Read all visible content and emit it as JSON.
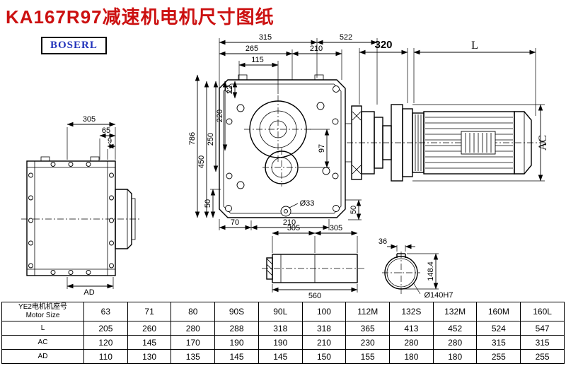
{
  "title": "KA167R97减速机电机尺寸图纸",
  "logo": "BOSERL",
  "dims": {
    "side_305": "305",
    "side_65": "65",
    "side_9": "9",
    "side_AD": "AD",
    "front_315": "315",
    "front_522": "522",
    "front_265": "265",
    "front_210_top": "210",
    "front_115": "115",
    "front_22": "22",
    "front_220": "220",
    "front_250": "250",
    "front_450": "450",
    "front_786": "786",
    "front_97": "97",
    "front_50_left": "50",
    "front_70": "70",
    "front_210_bottom": "210",
    "front_dia33": "Ø33",
    "front_50_right": "50",
    "motor_320": "320",
    "motor_L": "L",
    "motor_AC": "AC",
    "shaft_305_left": "305",
    "shaft_305_right": "305",
    "shaft_560": "560",
    "key_36": "36",
    "key_148_4": "148.4",
    "shaft_dia": "Ø140H7"
  },
  "table": {
    "col0_line1": "YE2电机机座号",
    "col0_line2": "Motor Size",
    "sizes": [
      "63",
      "71",
      "80",
      "90S",
      "90L",
      "100",
      "112M",
      "132S",
      "132M",
      "160M",
      "160L"
    ],
    "rows": [
      {
        "label": "L",
        "values": [
          "205",
          "260",
          "280",
          "288",
          "318",
          "318",
          "365",
          "413",
          "452",
          "524",
          "547"
        ]
      },
      {
        "label": "AC",
        "values": [
          "120",
          "145",
          "170",
          "190",
          "190",
          "210",
          "230",
          "280",
          "280",
          "315",
          "315"
        ]
      },
      {
        "label": "AD",
        "values": [
          "110",
          "130",
          "135",
          "145",
          "145",
          "150",
          "155",
          "180",
          "180",
          "255",
          "255"
        ]
      }
    ]
  }
}
